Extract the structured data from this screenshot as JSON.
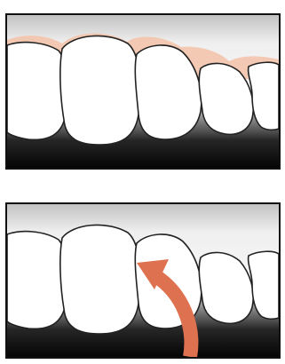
{
  "figure": {
    "panels": [
      {
        "id": "before",
        "teeth_count": 5,
        "gum_tint": "#f4c2a8",
        "gum_visible": true,
        "arrow_visible": false
      },
      {
        "id": "after",
        "teeth_count": 5,
        "gum_tint": "#f4c2a8",
        "gum_visible": false,
        "arrow_visible": true,
        "arrow_color": "#de7250"
      }
    ],
    "colors": {
      "frame": "#111111",
      "background_top": "#c7c7c7",
      "background_mid": "#efefef",
      "shadow_dark": "#0a0a0a",
      "shadow_mid": "#3a3a3a",
      "tooth_fill": "#ffffff",
      "tooth_outline": "#222222"
    }
  }
}
